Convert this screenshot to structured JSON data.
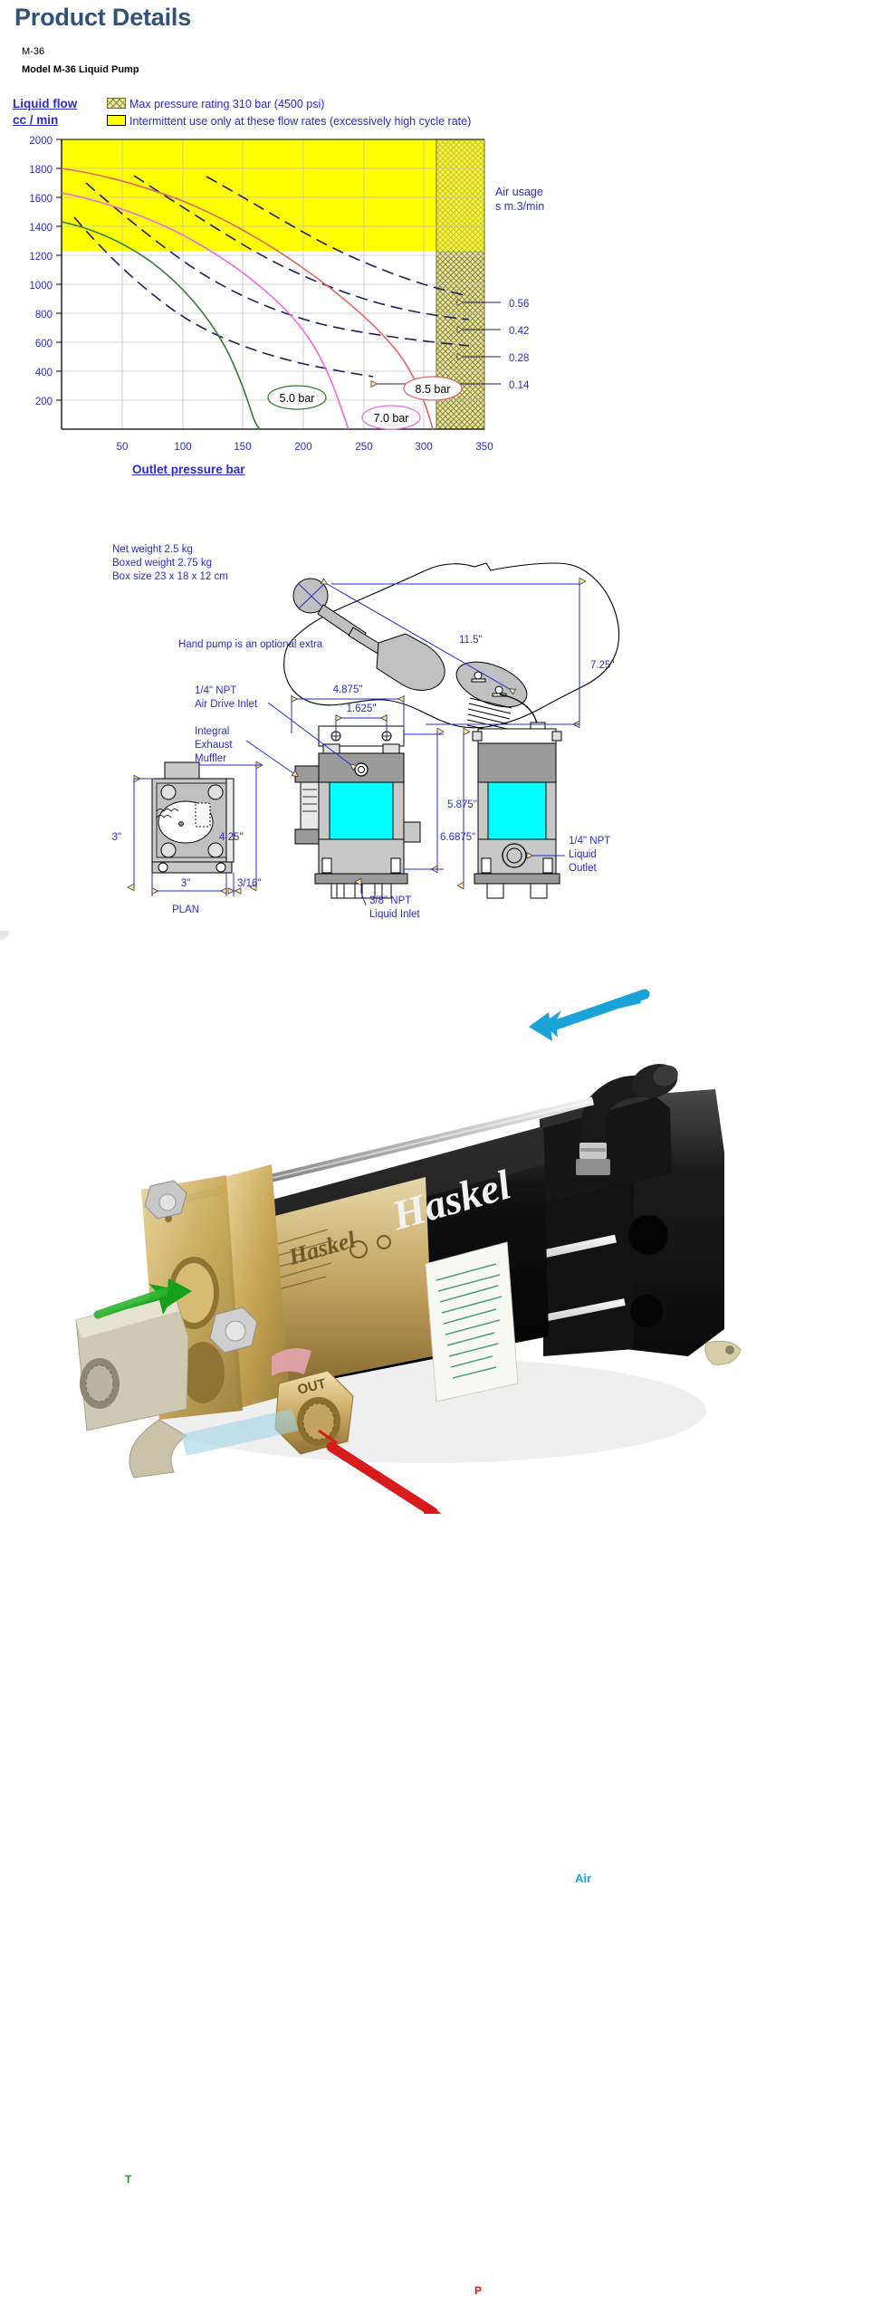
{
  "header": {
    "title": "Product Details",
    "model_code": "M-36",
    "model_name": "Model M-36 Liquid Pump"
  },
  "legend": {
    "y_axis_title_line1": "Liquid flow",
    "y_axis_title_line2": "cc / min",
    "hatch_label": "Max pressure rating 310 bar (4500 psi)",
    "yellow_label": "Intermittent use only at these flow rates (excessively high cycle rate)",
    "hatch_color": "#e8e4b0",
    "yellow_color": "#ffff00"
  },
  "chart_data": {
    "type": "line",
    "title": "Model M-36 Liquid Pump performance",
    "xlabel": "Outlet pressure   bar",
    "ylabel": "Liquid flow cc / min",
    "xlim": [
      0,
      350
    ],
    "ylim": [
      0,
      2000
    ],
    "xticks": [
      50,
      100,
      150,
      200,
      250,
      300,
      350
    ],
    "yticks": [
      200,
      400,
      600,
      800,
      1000,
      1200,
      1400,
      1600,
      1800,
      2000
    ],
    "grid": true,
    "legend_position": "inline-callouts",
    "shaded_regions": [
      {
        "name": "intermittent-use",
        "color": "#ffff00",
        "y_from": 1230,
        "y_to": 2000,
        "x_from": 0,
        "x_to": 350
      },
      {
        "name": "max-pressure-rating",
        "color": "#e8e4b0",
        "x_from": 310,
        "x_to": 350,
        "y_from": 0,
        "y_to": 2000
      }
    ],
    "series": [
      {
        "name": "8.5 bar",
        "color": "#e06666",
        "style": "solid",
        "label": "8.5 bar",
        "x": [
          0,
          25,
          50,
          75,
          100,
          125,
          150,
          175,
          200,
          225,
          250,
          270,
          285,
          295,
          305,
          312
        ],
        "y": [
          1800,
          1745,
          1690,
          1630,
          1560,
          1480,
          1395,
          1300,
          1195,
          1080,
          960,
          880,
          760,
          600,
          300,
          0
        ]
      },
      {
        "name": "7.0 bar",
        "color": "#ee66ee",
        "style": "solid",
        "label": "7.0 bar",
        "x": [
          0,
          25,
          50,
          75,
          100,
          125,
          150,
          175,
          200,
          220,
          235,
          248,
          258,
          264
        ],
        "y": [
          1660,
          1610,
          1555,
          1490,
          1415,
          1330,
          1225,
          1080,
          900,
          720,
          560,
          380,
          180,
          0
        ]
      },
      {
        "name": "5.0 bar",
        "color": "#2f7d32",
        "style": "solid",
        "label": "5.0 bar",
        "x": [
          0,
          20,
          40,
          60,
          80,
          100,
          120,
          140,
          155,
          168,
          178,
          185,
          190
        ],
        "y": [
          1455,
          1410,
          1355,
          1290,
          1205,
          1095,
          950,
          760,
          600,
          420,
          260,
          120,
          0
        ]
      },
      {
        "name": "Air usage 0.56",
        "color": "#1f1f5c",
        "style": "dashed",
        "value": 0.56,
        "x": [
          120,
          160,
          200,
          240,
          280,
          320,
          345
        ],
        "y": [
          1655,
          1510,
          1350,
          1200,
          1060,
          950,
          905
        ]
      },
      {
        "name": "Air usage 0.42",
        "color": "#1f1f5c",
        "style": "dashed",
        "value": 0.42,
        "x": [
          60,
          100,
          140,
          180,
          220,
          260,
          300,
          345
        ],
        "y": [
          1665,
          1495,
          1300,
          1120,
          975,
          855,
          780,
          740
        ]
      },
      {
        "name": "Air usage 0.28",
        "color": "#1f1f5c",
        "style": "dashed",
        "value": 0.28,
        "x": [
          20,
          60,
          100,
          140,
          180,
          220,
          260,
          300,
          345
        ],
        "y": [
          1620,
          1390,
          1155,
          960,
          800,
          690,
          625,
          585,
          560
        ]
      },
      {
        "name": "Air usage 0.14",
        "color": "#1f1f5c",
        "style": "dashed",
        "value": 0.14,
        "x": [
          10,
          45,
          80,
          115,
          150,
          185,
          220,
          245
        ],
        "y": [
          1390,
          1100,
          870,
          690,
          550,
          460,
          400,
          375
        ]
      }
    ],
    "air_usage_title_line1": "Air usage",
    "air_usage_title_line2": "s m.3/min",
    "air_usage_labels": [
      "0.56",
      "0.42",
      "0.28",
      "0.14"
    ],
    "callouts": [
      {
        "text": "5.0 bar",
        "color": "#2f7d32"
      },
      {
        "text": "7.0 bar",
        "color": "#ee66ee"
      },
      {
        "text": "8.5 bar",
        "color": "#e06666"
      }
    ]
  },
  "drawing": {
    "weights": [
      "Net weight 2.5 kg",
      "Boxed weight 2.75 kg",
      "Box size 23 x 18 x 12 cm"
    ],
    "hand_pump_note": "Hand pump is an optional extra",
    "callouts": {
      "air_drive_inlet_l1": "1/4\" NPT",
      "air_drive_inlet_l2": "Air Drive Inlet",
      "muffler_l1": "Integral",
      "muffler_l2": "Exhaust",
      "muffler_l3": "Muffler",
      "liquid_outlet_l1": "1/4\" NPT",
      "liquid_outlet_l2": "Liquid",
      "liquid_outlet_l3": "Outlet",
      "liquid_inlet_l1": "3/8\" NPT",
      "liquid_inlet_l2": "Liquid Inlet",
      "plan_label": "PLAN"
    },
    "dimensions": {
      "hand_pump_len": "11.5\"",
      "hand_pump_height": "7.25\"",
      "width_overall": "4.875\"",
      "bolt_spacing": "1.625\"",
      "height_body": "5.875\"",
      "height_total": "6.6875\"",
      "plan_height": "4.25\"",
      "plan_depth": "3\"",
      "plan_width": "3\"",
      "plan_flange": "3/16\""
    }
  },
  "photo": {
    "air_label": "Air",
    "inlet_label": "T",
    "outlet_label": "P",
    "brand_text": "Haskel",
    "port_text": "OUT",
    "air_arrow_color": "#1aa3d8",
    "inlet_arrow_color": "#17a01c",
    "outlet_arrow_color": "#d81b1b"
  }
}
